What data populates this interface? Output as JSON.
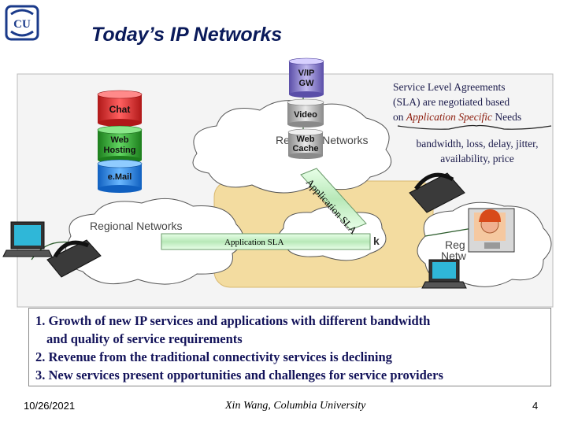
{
  "slide": {
    "title": "Today’s IP Networks",
    "logo_text": "CU"
  },
  "network_labels": {
    "regional_top": "Regional Networks",
    "regional_left": "Regional Networks",
    "regional_right_line1": "Reg",
    "regional_right_line2": "Netw"
  },
  "servers": {
    "chat": "Chat",
    "web_hosting_line1": "Web",
    "web_hosting_line2": "Hosting",
    "email": "e.Mail",
    "vip_gw_line1": "V/IP",
    "vip_gw_line2": "GW",
    "video": "Video",
    "web_cache_line1": "Web",
    "web_cache_line2": "Cache"
  },
  "sla_labels": {
    "application_sla": "Application SLA",
    "vertical_sla": "Application SLA"
  },
  "sla_note": {
    "line1": "Service Level Agreements",
    "line2": "(SLA)  are negotiated based",
    "line3_prefix": "on ",
    "line3_italic": "Application Specific",
    "line3_suffix": " Needs"
  },
  "metrics": {
    "line1": "bandwidth, loss, delay, jitter,",
    "line2": "availability, price"
  },
  "points": [
    "1. Growth of new IP services and applications with different bandwidth",
    "    and quality of service requirements",
    "2. Revenue from the traditional connectivity services  is declining",
    "3. New services present opportunities and challenges for service providers"
  ],
  "footer": {
    "date": "10/26/2021",
    "author": "Xin Wang, Columbia University",
    "page": "4"
  },
  "colors": {
    "title": "#0a1a5a",
    "core_fill": "#f3dca0",
    "sla_pipe": "#c8f0c8",
    "cylinder_red": "#e23030",
    "cylinder_green": "#2fb030",
    "cylinder_blue": "#2f8ef0",
    "cylinder_purple": "#8a7fc8"
  }
}
